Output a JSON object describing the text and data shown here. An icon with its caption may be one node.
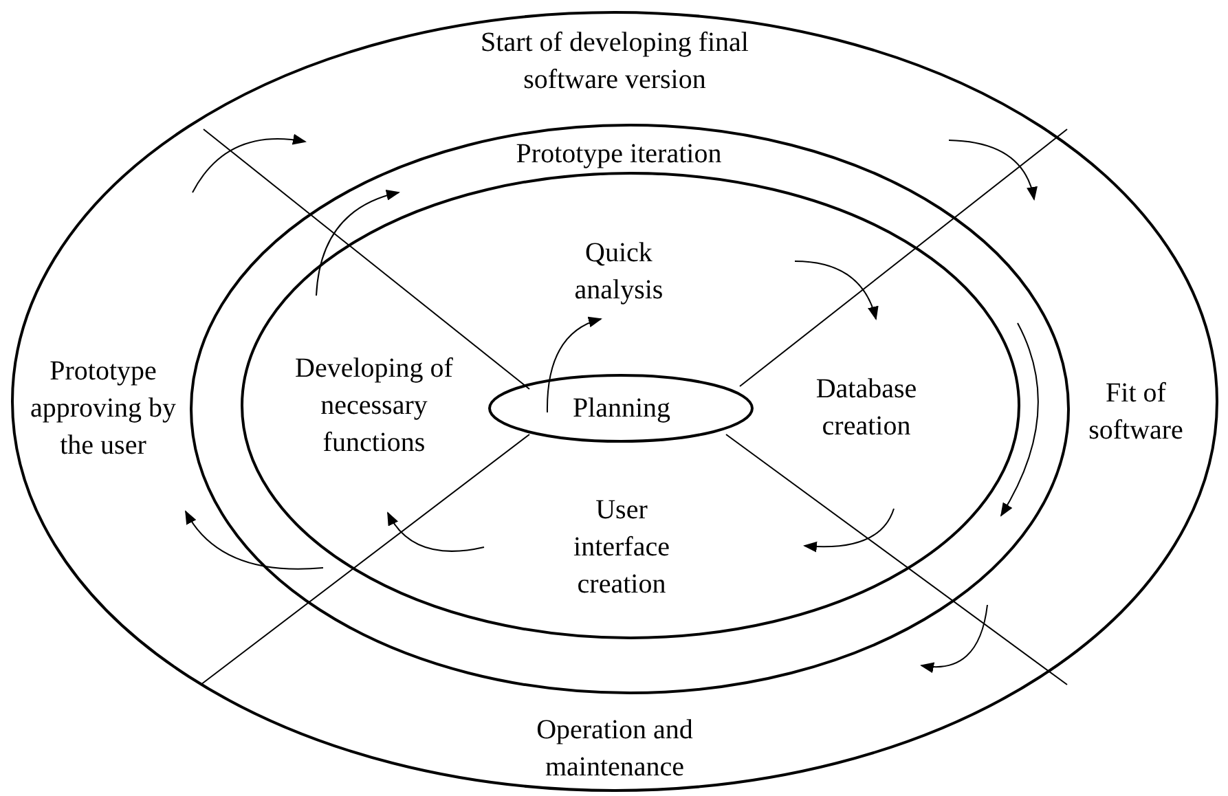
{
  "diagram": {
    "nodes": [
      {
        "text": [
          "Start of developing final software version",
          "Prototype approving by the user",
          "Fit of software",
          "Operation and maintenance"
        ]
      },
      {
        "text": [
          "Prototype iteration"
        ],
        "in": 0
      },
      {
        "text": [
          "Quick analysis",
          "Developing of necessary functions",
          "Database creation",
          "User interface creation"
        ],
        "in": 1
      },
      {
        "text": [
          "Planning"
        ],
        "in": 2
      }
    ]
  }
}
